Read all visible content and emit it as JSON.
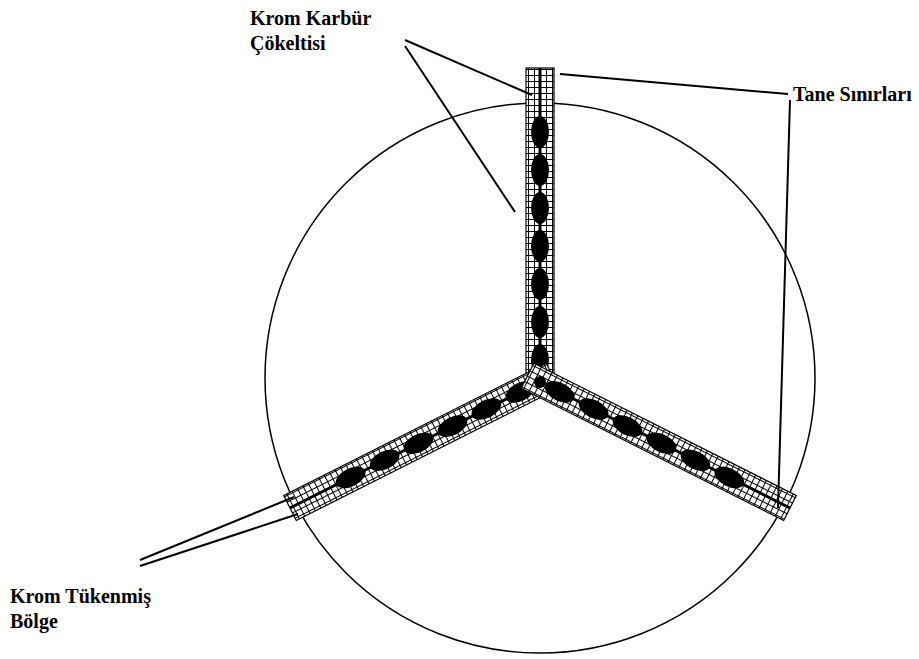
{
  "diagram": {
    "labels": [
      "Krom Karbür Çökeltisi",
      "Tane Sınırları",
      "Krom Tükenmiş Bölge"
    ]
  }
}
